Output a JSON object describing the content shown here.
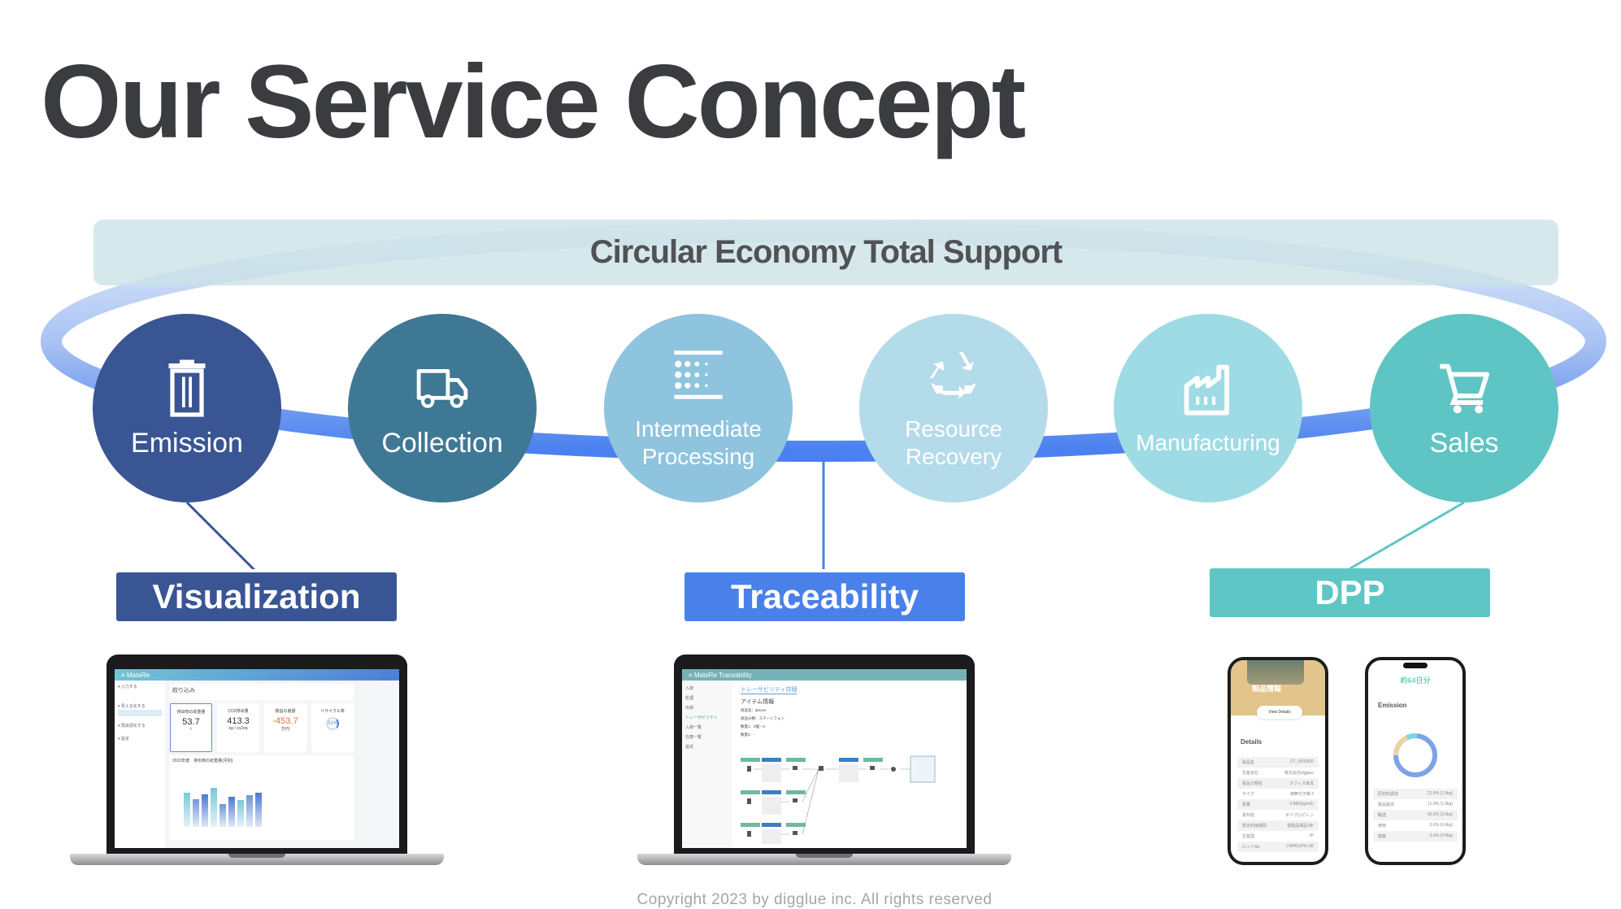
{
  "title": "Our Service Concept",
  "banner": "Circular Economy Total Support",
  "stages": [
    {
      "label": "Emission",
      "icon": "trash-icon",
      "color": "#3a5594"
    },
    {
      "label": "Collection",
      "icon": "truck-icon",
      "color": "#3f7894"
    },
    {
      "label": "Intermediate Processing",
      "icon": "filter-icon",
      "color": "#8fc4de"
    },
    {
      "label": "Resource Recovery",
      "icon": "recycle-icon",
      "color": "#b4dbe9"
    },
    {
      "label": "Manufacturing",
      "icon": "factory-icon",
      "color": "#9fdbe5"
    },
    {
      "label": "Sales",
      "icon": "cart-icon",
      "color": "#5ec5c4"
    }
  ],
  "services": [
    {
      "label": "Visualization",
      "color": "#3a5594"
    },
    {
      "label": "Traceability",
      "color": "#4a80ea"
    },
    {
      "label": "DPP",
      "color": "#5ec6c4"
    }
  ],
  "dashboard": {
    "app": "≡  MateRe",
    "filter": "絞り込み",
    "kpis": [
      {
        "name": "排出物の総重量",
        "value": "53.7",
        "unit": "t"
      },
      {
        "name": "CO2排出量",
        "value": "413.3",
        "unit": "kg / co2eq"
      },
      {
        "name": "損益の差額",
        "value": "-453.7",
        "unit": "万円"
      },
      {
        "name": "リサイクル率",
        "value": "31%",
        "unit": ""
      }
    ],
    "chart_title": "2022年度　排出物の総重量(月別)"
  },
  "trace": {
    "app": "≡  MateRe Traceability",
    "heading": "トレーサビリティ詳細",
    "item": "アイテム情報",
    "fields": [
      "商品名：iphone",
      "商品分類：スマートフォン",
      "数量1：0個・0",
      "数量2：-"
    ],
    "menu": [
      "入荷",
      "処理",
      "出荷",
      "トレーサビリティ",
      "入荷一覧",
      "在庫一覧",
      "設定"
    ]
  },
  "phone1": {
    "heading": "製品情報",
    "button": "View Details",
    "section": "Details",
    "rows": [
      [
        "製品名",
        "DT_0000530"
      ],
      [
        "生産会社",
        "株式会社digglue"
      ],
      [
        "製品分類名",
        "オフィス家具"
      ],
      [
        "サイズ",
        "扉無付き棚 2"
      ],
      [
        "質量",
        "0.883(kg/m2)"
      ],
      [
        "素材名",
        "ポリプロピレン"
      ],
      [
        "想定利用期間",
        "借製品保証4年"
      ],
      [
        "生産国",
        "JP"
      ],
      [
        "ロットNo",
        "J-MHOJPG-SK"
      ]
    ]
  },
  "phone2": {
    "top": "約64日分",
    "section": "Emission",
    "rows": [
      [
        "原材料調達",
        "21.0% (1.5kg)"
      ],
      [
        "製品製造",
        "11.0% (1.0kg)"
      ],
      [
        "輸送",
        "55.0% (3.6kg)"
      ],
      [
        "使用",
        "0.0% (0.0kg)"
      ],
      [
        "廃棄",
        "0.0% (0.0kg)"
      ]
    ]
  },
  "copyright": "Copyright 2023 by digglue inc. All rights reserved"
}
